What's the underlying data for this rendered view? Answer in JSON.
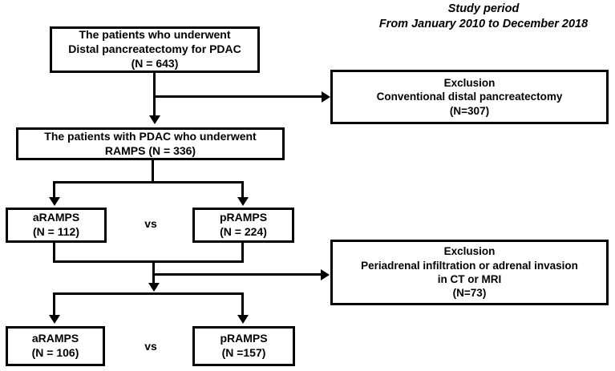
{
  "diagram": {
    "title_block": {
      "line1": "Study period",
      "line2": "From January 2010 to December 2018"
    },
    "nodes": {
      "cohort_top": {
        "line1": "The patients who underwent",
        "line2": "Distal pancreatectomy for PDAC",
        "line3": "(N = 643)"
      },
      "exclusion_1": {
        "line1": "Exclusion",
        "line2": "Conventional distal pancreatectomy",
        "line3": "(N=307)"
      },
      "cohort_ramps": {
        "line1": "The patients with PDAC who underwent",
        "line2": "RAMPS (N = 336)"
      },
      "aramps_1": {
        "line1": "aRAMPS",
        "line2": "(N = 112)"
      },
      "pramps_1": {
        "line1": "pRAMPS",
        "line2": "(N = 224)"
      },
      "exclusion_2": {
        "line1": "Exclusion",
        "line2": "Periadrenal infiltration or adrenal invasion",
        "line3": "in CT or MRI",
        "line4": "(N=73)"
      },
      "aramps_2": {
        "line1": "aRAMPS",
        "line2": "(N = 106)"
      },
      "pramps_2": {
        "line1": "pRAMPS",
        "line2": "(N =157)"
      }
    },
    "comparisons": {
      "vs_upper": "vs",
      "vs_lower": "vs"
    },
    "colors": {
      "stroke": "#000000",
      "fill": "#ffffff",
      "text": "#000000"
    }
  }
}
